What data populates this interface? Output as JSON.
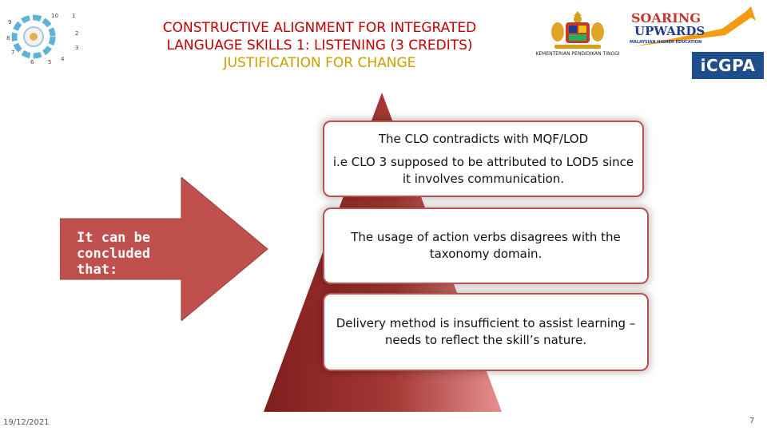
{
  "header": {
    "title_line1": "CONSTRUCTIVE ALIGNMENT FOR INTEGRATED",
    "title_line2": "LANGUAGE SKILLS 1: LISTENING (3 CREDITS)",
    "title_line3": "JUSTIFICATION FOR CHANGE"
  },
  "logos": {
    "crest_caption": "KEMENTERIAN PENDIDIKAN TINGGI",
    "soaring_line1": "SOARING",
    "soaring_line2": "UPWARDS",
    "soaring_sub": "MALAYSIAN HIGHER EDUCATION",
    "cgpa_label": "iCGPA",
    "wheel_numbers": [
      "1",
      "2",
      "3",
      "4",
      "5",
      "6",
      "7",
      "8",
      "9",
      "10"
    ]
  },
  "arrow": {
    "text": "It can be concluded that:"
  },
  "pyramid": {
    "point1_line1": "The CLO contradicts with MQF/LOD",
    "point1_line2": "i.e  CLO 3 supposed to be attributed to LOD5 since it involves communication.",
    "point2": "The usage of action verbs disagrees with the taxonomy domain.",
    "point3": "Delivery method is insufficient to assist learning – needs to reflect the skill’s nature."
  },
  "footer": {
    "date": "19/12/2021",
    "page": "7"
  },
  "colors": {
    "title_red": "#c00000",
    "title_gold": "#c8a000",
    "arrow_fill": "#c0504d",
    "pyramid_dark": "#7f1d1d",
    "pyramid_light": "#e58f8f"
  }
}
